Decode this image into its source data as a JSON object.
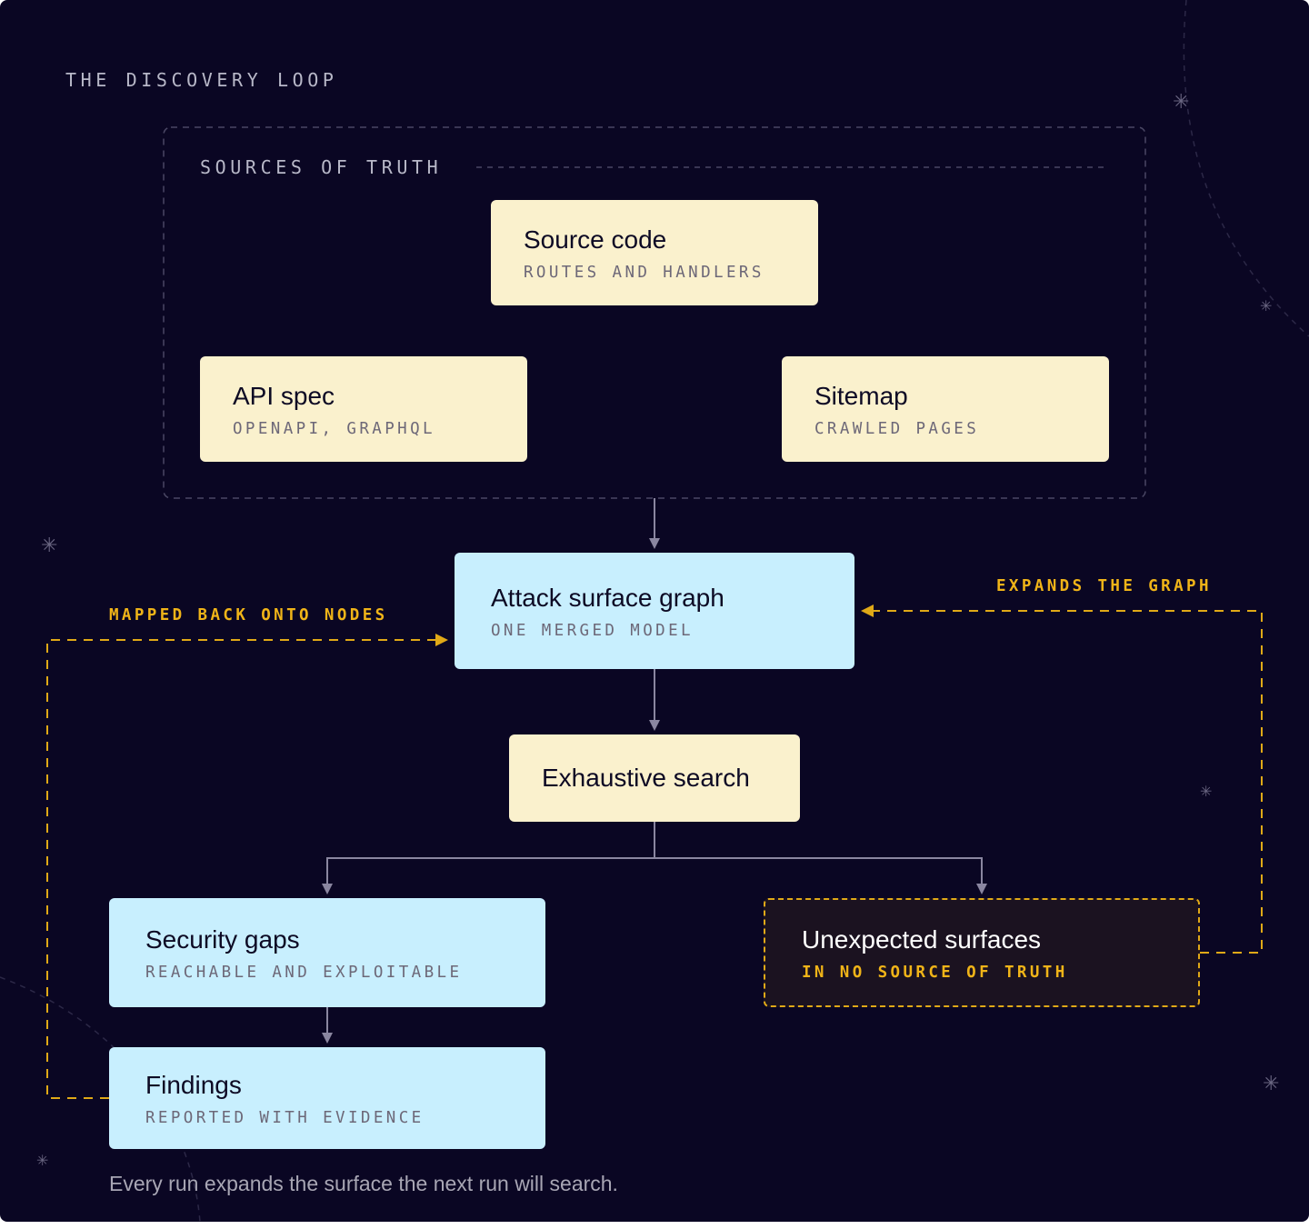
{
  "heading": "THE DISCOVERY LOOP",
  "sources_group": {
    "title": "SOURCES OF TRUTH",
    "nodes": [
      {
        "title": "Source code",
        "subtitle": "ROUTES AND HANDLERS"
      },
      {
        "title": "API spec",
        "subtitle": "OPENAPI, GRAPHQL"
      },
      {
        "title": "Sitemap",
        "subtitle": "CRAWLED PAGES"
      }
    ]
  },
  "nodes": {
    "attack_surface_graph": {
      "title": "Attack surface graph",
      "subtitle": "ONE MERGED MODEL"
    },
    "exhaustive_search": {
      "title": "Exhaustive search"
    },
    "security_gaps": {
      "title": "Security gaps",
      "subtitle": "REACHABLE AND EXPLOITABLE"
    },
    "findings": {
      "title": "Findings",
      "subtitle": "REPORTED WITH EVIDENCE"
    },
    "unexpected_surfaces": {
      "title": "Unexpected surfaces",
      "subtitle": "IN NO SOURCE OF TRUTH"
    }
  },
  "loop_labels": {
    "left": "MAPPED BACK ONTO NODES",
    "right": "EXPANDS THE GRAPH"
  },
  "caption": "Every run expands the surface the next run will search.",
  "icons": [
    "sparkle-icon"
  ],
  "colors": {
    "background": "#0a0623",
    "cream_node": "#faf1cd",
    "blue_node": "#c8effe",
    "dark_node": "#1b1220",
    "accent_yellow": "#f0b418",
    "connector": "#8a86a0"
  }
}
